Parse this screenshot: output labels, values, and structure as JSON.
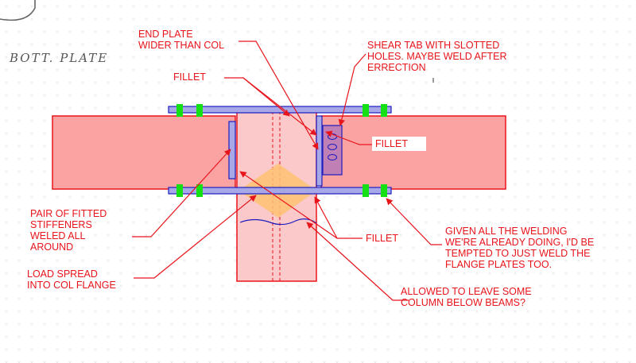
{
  "sketch": {
    "handwritten_note": "BOTT. PLATE"
  },
  "labels": {
    "end_plate": [
      "END PLATE",
      "WIDER THAN COL"
    ],
    "fillet_top": "FILLET",
    "shear_tab": [
      "SHEAR TAB WITH SLOTTED",
      "HOLES.  MAYBE WELD AFTER",
      "ERRECTION"
    ],
    "fillet_right": "FILLET",
    "stiffeners": [
      "PAIR OF FITTED",
      "STIFFENERS",
      "WELED ALL",
      "AROUND"
    ],
    "fillet_bottom": "FILLET",
    "flange_plates": [
      "GIVEN ALL THE WELDING",
      "WE'RE ALREADY DOING, I'D BE",
      "TEMPTED TO JUST WELD THE",
      "FLANGE PLATES TOO."
    ],
    "load_spread": [
      "LOAD SPREAD",
      "INTO COL FLANGE"
    ],
    "column_below": [
      "ALLOWED TO LEAVE SOME",
      "COLUMN BELOW BEAMS?"
    ]
  },
  "colors": {
    "annotation": "#e8141b",
    "beam_fill": "#fba3a3",
    "beam_stroke": "#e8141b",
    "column_fill": "#fbc9c9",
    "plate_fill": "#a8a8e8",
    "plate_stroke": "#1d1dbf",
    "bolt": "#14e014",
    "load_spread": "#fdc272",
    "grid_dot": "#c9c9c9"
  }
}
